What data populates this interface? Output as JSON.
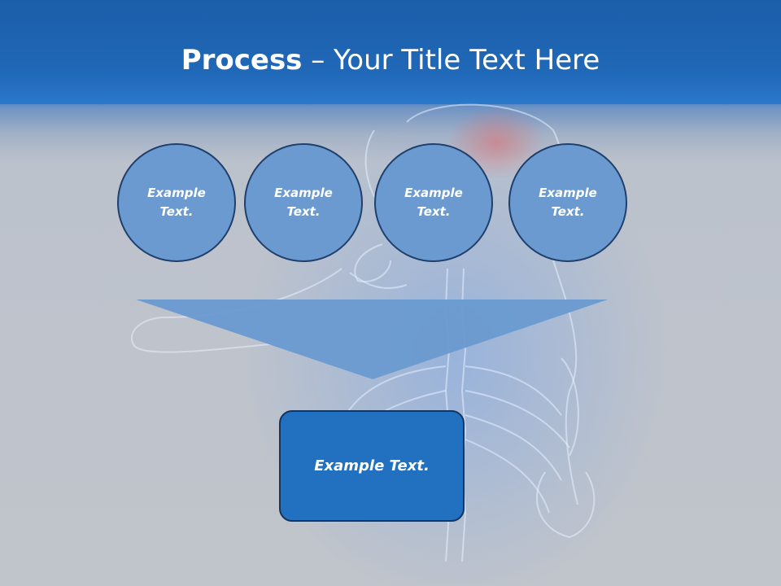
{
  "title": {
    "bold_part": "Process",
    "rest": " – Your Title Text Here"
  },
  "circles": [
    {
      "text": "Example Text."
    },
    {
      "text": "Example Text."
    },
    {
      "text": "Example Text."
    },
    {
      "text": "Example Text."
    }
  ],
  "result_box": {
    "text": "Example Text."
  },
  "colors": {
    "header": "#2068b8",
    "circle_fill": "#6a9ad0",
    "circle_border": "#1f3f6c",
    "funnel_fill": "#6a9ad0",
    "box_fill": "#2270c0",
    "background": "#c0c4cb"
  },
  "decoration": {
    "background_image": "translucent blue x-ray skeleton illustration"
  }
}
